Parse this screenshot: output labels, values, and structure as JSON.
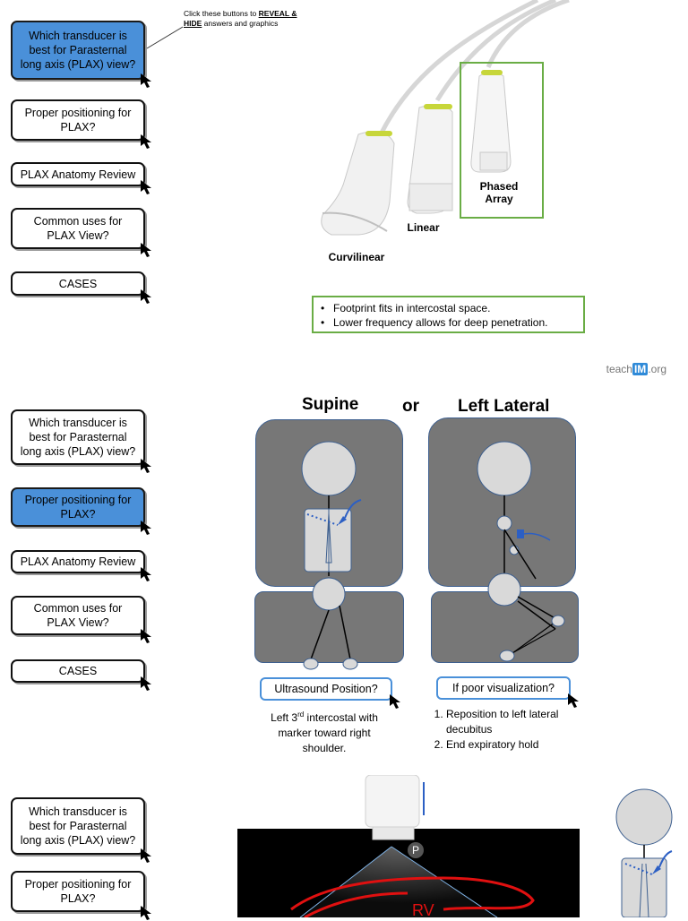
{
  "nav_sets": [
    {
      "items": [
        "Which transducer is best for Parasternal long axis (PLAX) view?",
        "Proper positioning for PLAX?",
        "PLAX Anatomy Review",
        "Common uses for PLAX View?",
        "CASES"
      ]
    },
    {
      "items": [
        "Which transducer is best for Parasternal long axis (PLAX) view?",
        "Proper positioning for PLAX?",
        "PLAX Anatomy Review",
        "Common uses for PLAX View?",
        "CASES"
      ]
    },
    {
      "items": [
        "Which transducer is best for Parasternal long axis (PLAX) view?",
        "Proper positioning for PLAX?"
      ]
    }
  ],
  "note": {
    "prefix": "Click these buttons to ",
    "emphasis": "REVEAL & HIDE",
    "suffix": " answers and graphics"
  },
  "probes": {
    "curvilinear": "Curvilinear",
    "linear": "Linear",
    "phased": "Phased Array"
  },
  "bullets": [
    "Footprint fits in intercostal space.",
    "Lower frequency allows for deep penetration."
  ],
  "logo": {
    "pre": "teach",
    "mid": "IM",
    "post": ".org"
  },
  "positions": {
    "supine": "Supine",
    "or": "or",
    "left_lateral": "Left Lateral"
  },
  "ultrasound_btn": "Ultrasound Position?",
  "poor_vis_btn": "If poor visualization?",
  "us_desc": {
    "pre": "Left 3",
    "sup": "rd",
    "post": " intercostal with marker toward right shoulder."
  },
  "poor_vis_list": [
    "Reposition to left lateral decubitus",
    "End expiratory hold"
  ],
  "echo": {
    "marker": "P",
    "label": "RV"
  },
  "colors": {
    "active": "#4a90d9",
    "green": "#6aad45",
    "panel": "#777777",
    "echo_red": "#e01010"
  }
}
